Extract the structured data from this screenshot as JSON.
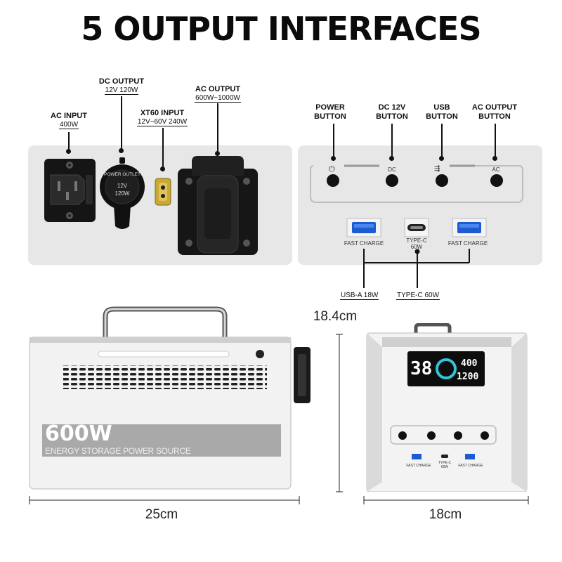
{
  "title": "5 OUTPUT INTERFACES",
  "left_panel": {
    "ac_input": {
      "label": "AC INPUT",
      "spec": "400W"
    },
    "dc_output": {
      "label": "DC OUTPUT",
      "spec": "12V 120W"
    },
    "xt60_input": {
      "label": "XT60 INPUT",
      "spec": "12V~60V 240W"
    },
    "ac_output": {
      "label": "AC OUTPUT",
      "spec": "600W~1000W"
    },
    "dc_outlet_text": {
      "line1": "POWER OUTLET",
      "line2": "12V",
      "line3": "120W"
    }
  },
  "right_panel": {
    "power_button": {
      "line1": "POWER",
      "line2": "BUTTON"
    },
    "dc12v_button": {
      "line1": "DC 12V",
      "line2": "BUTTON"
    },
    "usb_button": {
      "line1": "USB",
      "line2": "BUTTON"
    },
    "ac_output_button": {
      "line1": "AC OUTPUT",
      "line2": "BUTTON"
    },
    "panel_dc": "DC",
    "panel_ac": "AC",
    "usb_a_left": "FAST CHARGE",
    "usb_c_line1": "TYPE-C",
    "usb_c_line2": "60W",
    "usb_a_right": "FAST CHARGE",
    "usb_a_spec": "USB-A 18W",
    "typec_spec": "TYPE-C 60W"
  },
  "device": {
    "brand": "600W",
    "tagline": "ENERGY STORAGE POWER SOURCE",
    "display_temp": "38",
    "display_top": "400",
    "display_bottom": "1200",
    "front_fast_left": "FAST CHARGE",
    "front_typec": "TYPE-C",
    "front_typec_w": "60W",
    "front_fast_right": "FAST CHARGE"
  },
  "dimensions": {
    "height": "18.4cm",
    "length": "25cm",
    "width": "18cm"
  }
}
